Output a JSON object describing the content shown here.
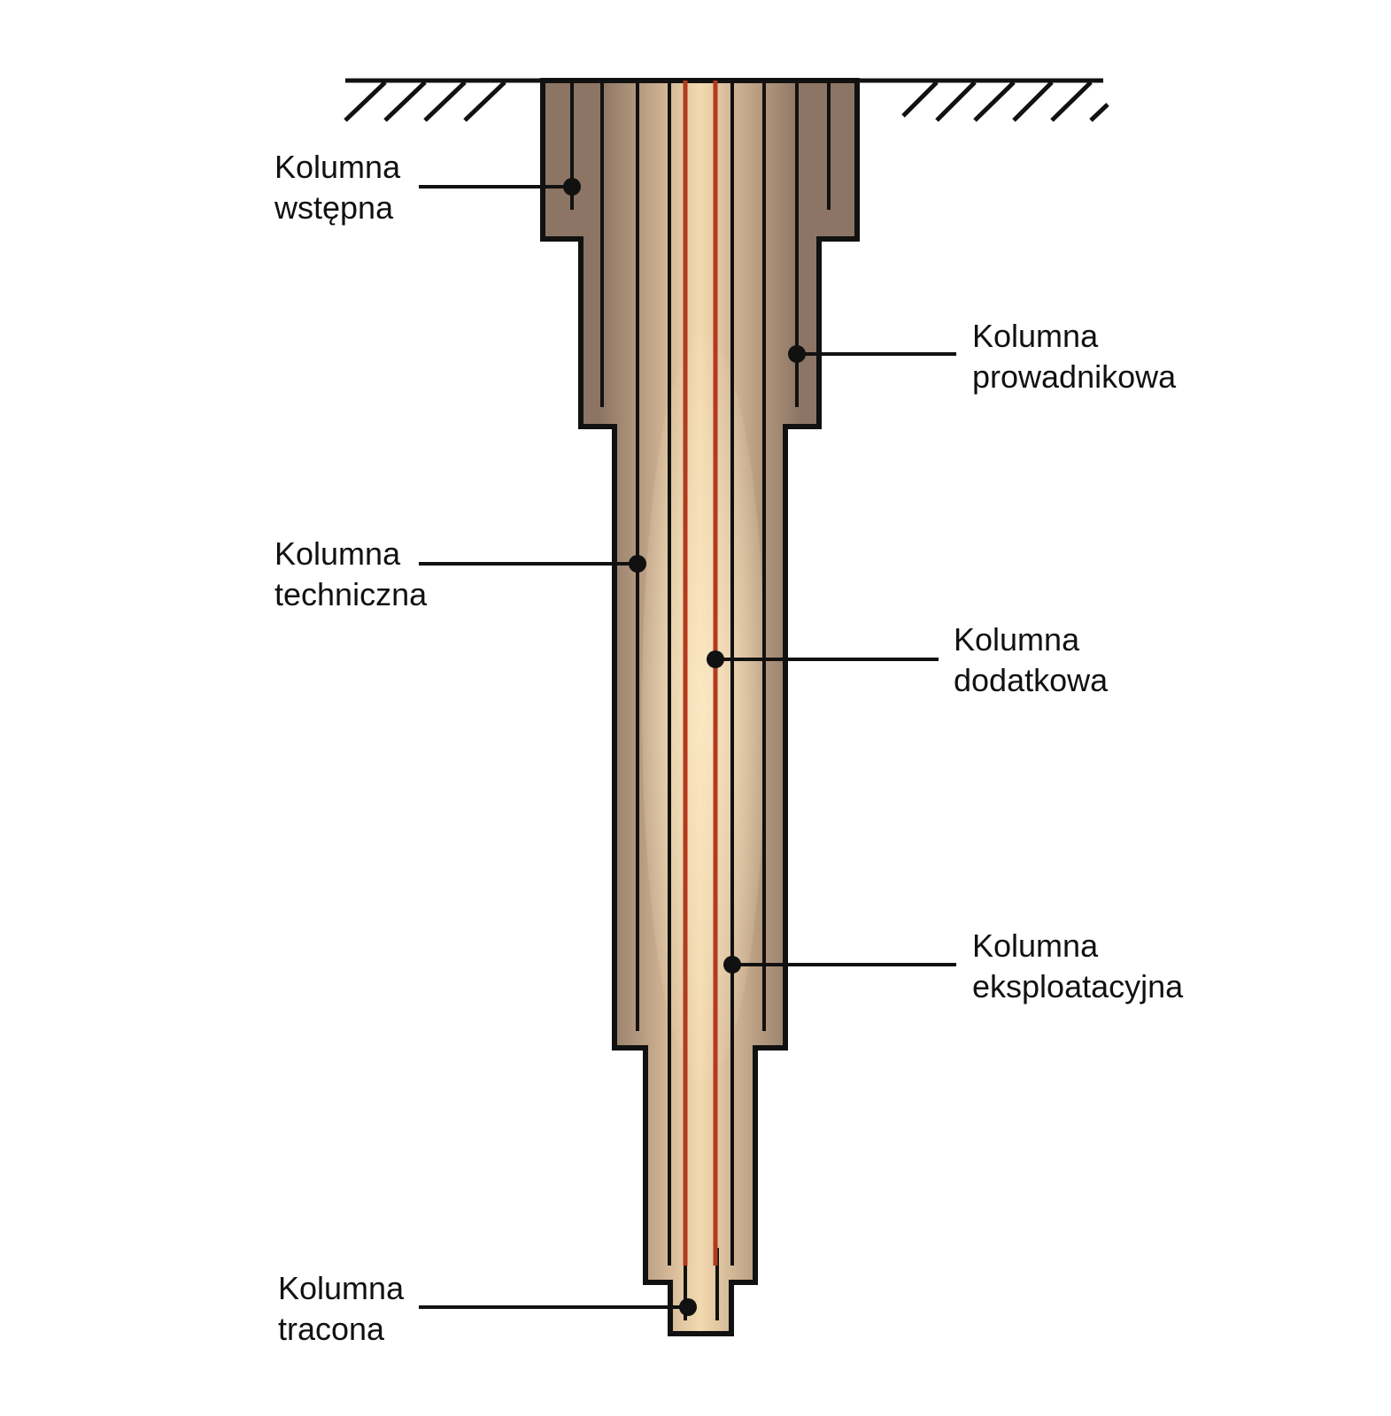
{
  "labels": {
    "wstepna": {
      "line1": "Kolumna",
      "line2": "wstępna"
    },
    "prowadnikowa": {
      "line1": "Kolumna",
      "line2": "prowadnikowa"
    },
    "techniczna": {
      "line1": "Kolumna",
      "line2": "techniczna"
    },
    "dodatkowa": {
      "line1": "Kolumna",
      "line2": "dodatkowa"
    },
    "eksploatacyjna": {
      "line1": "Kolumna",
      "line2": "eksploatacyjna"
    },
    "tracona": {
      "line1": "Kolumna",
      "line2": "tracona"
    }
  },
  "colors": {
    "outline": "#111111",
    "rock_outer": "#8c7564",
    "rock_inner": "#c9ab8d",
    "core_light": "#f5dcb0",
    "tubing": "#b23a1e"
  }
}
